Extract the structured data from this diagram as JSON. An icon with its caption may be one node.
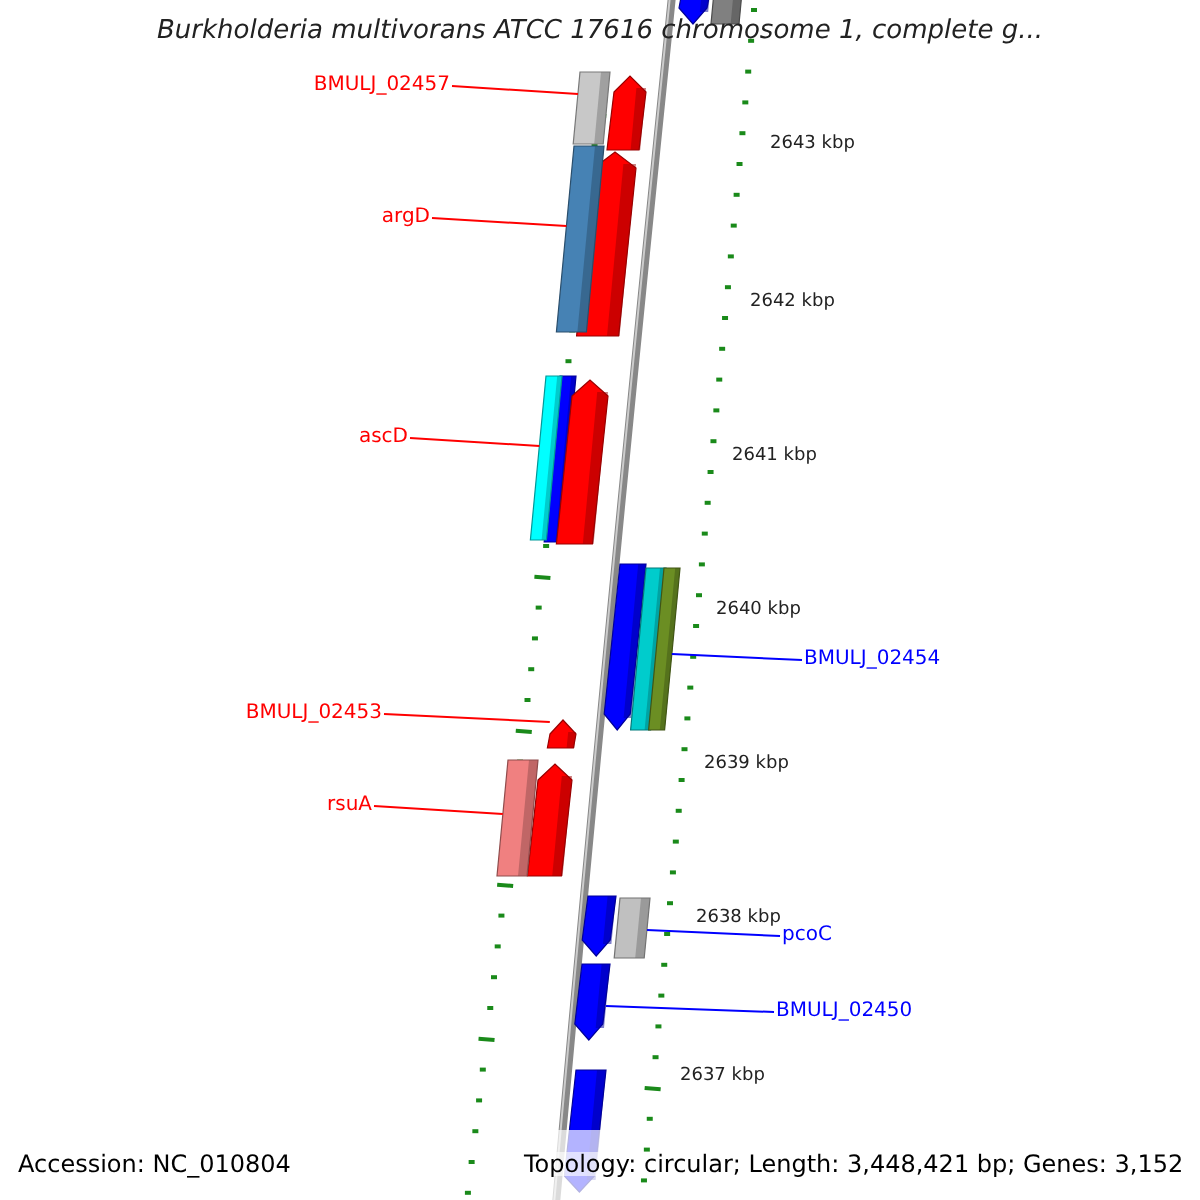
{
  "diagram": {
    "title": "Burkholderia multivorans ATCC 17616 chromosome 1, complete g...",
    "nodes": [
      {
        "text": [
          "BMULJ_02457"
        ]
      },
      {
        "text": [],
        "shape": "bar"
      },
      {
        "text": [
          "argD"
        ]
      },
      {
        "text": [],
        "shape": "bar"
      },
      {
        "text": [
          "ascD"
        ]
      },
      {
        "text": [],
        "shape": "bar"
      },
      {
        "text": [
          "BMULJ_02454"
        ]
      },
      {
        "text": [],
        "shape": "bar"
      },
      {
        "text": [
          "BMULJ_02453"
        ]
      },
      {
        "text": [],
        "shape": "bar"
      },
      {
        "text": [
          "rsuA"
        ]
      },
      {
        "text": [],
        "shape": "bar"
      },
      {
        "text": [
          "pcoC"
        ]
      },
      {
        "text": [],
        "shape": "bar"
      },
      {
        "text": [
          "BMULJ_02450"
        ]
      },
      {
        "text": [],
        "shape": "bar"
      }
    ],
    "edges": [
      {
        "from": 0,
        "to": 1,
        "arrow": "none"
      },
      {
        "from": 2,
        "to": 3,
        "arrow": "none"
      },
      {
        "from": 4,
        "to": 5,
        "arrow": "none"
      },
      {
        "from": 6,
        "to": 7,
        "arrow": "none",
        "color": "#0000ff"
      },
      {
        "from": 8,
        "to": 9,
        "arrow": "none"
      },
      {
        "from": 10,
        "to": 11,
        "arrow": "none"
      },
      {
        "from": 12,
        "to": 13,
        "arrow": "none",
        "color": "#0000ff"
      },
      {
        "from": 14,
        "to": 15,
        "arrow": "none",
        "color": "#0000ff"
      }
    ],
    "labels": [
      "2643 kbp",
      "2642 kbp",
      "2641 kbp",
      "2640 kbp",
      "2639 kbp",
      "2638 kbp",
      "2637 kbp",
      "Accession: NC_010804",
      "Topology: circular; Length: 3,448,421 bp; Genes: 3,152"
    ]
  }
}
